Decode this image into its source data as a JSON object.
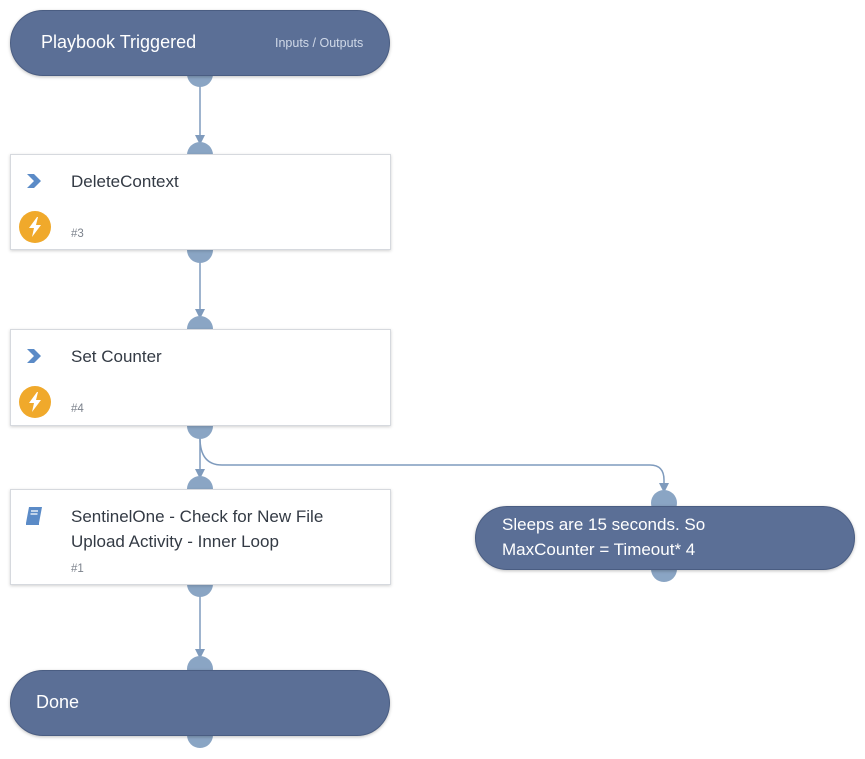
{
  "start": {
    "title": "Playbook Triggered",
    "io_link": "Inputs / Outputs"
  },
  "tasks": [
    {
      "title": "DeleteContext",
      "number": "#3",
      "icon": "chevron-right-icon",
      "badge": "lightning-bolt-icon"
    },
    {
      "title": "Set Counter",
      "number": "#4",
      "icon": "chevron-right-icon",
      "badge": "lightning-bolt-icon"
    },
    {
      "title_line1": "SentinelOne - Check for New File",
      "title_line2": "Upload Activity - Inner Loop",
      "number": "#1",
      "icon": "book-icon"
    }
  ],
  "note": {
    "line1": "Sleeps are 15 seconds. So",
    "line2": "MaxCounter = Timeout* 4"
  },
  "end": {
    "title": "Done"
  },
  "colors": {
    "node": "#5b6f96",
    "connector": "#8aa5c4",
    "edge": "#7f9bbd",
    "badge": "#f0a92b"
  }
}
